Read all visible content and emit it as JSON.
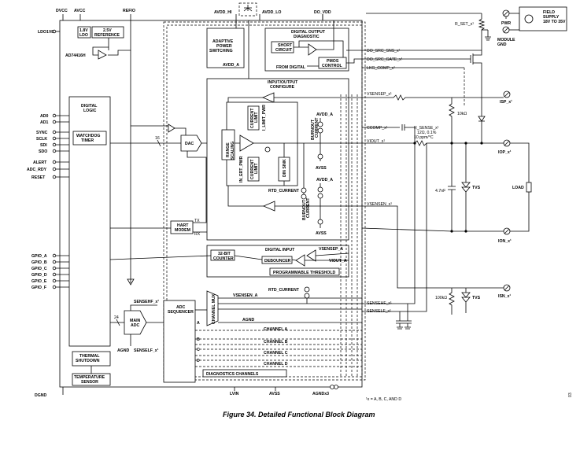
{
  "chip": {
    "name": "AD74416H",
    "ldo": "1.8V\nLDO",
    "ref": "2.5V\nREFERENCE",
    "digital_logic": "DIGITAL\nLOGIC",
    "watchdog": "WATCHDOG\nTIMER",
    "thermal": "THERMAL\nSHUTDOWN",
    "temp_sensor": "TEMPERATURE\nSENSOR",
    "dac": "DAC",
    "hart": "HART\nMODEM",
    "tx": "TX",
    "rx": "RX",
    "adc_seq": "ADC\nSEQUENCER",
    "main_adc": "MAIN\nADC",
    "channel_mux": "CHANNEL MUX",
    "io_config": "INPUT/OUTPUT\nCONFIGURE",
    "aps": "ADAPTIVE\nPOWER\nSWITCHING",
    "dig_out_diag": "DIGITAL OUTPUT\nDIAGNOSTIC",
    "short_circuit": "SHORT\nCIRCUIT",
    "from_digital": "FROM DIGITAL",
    "pmos": "PMOS\nCONTROL",
    "digital_input": "DIGITAL INPUT",
    "counter": "32-BIT\nCOUNTER",
    "debouncer": "DEBOUNCER",
    "prog_threshold": "PROGRAMMABLE THRESHOLD",
    "range_scaling": "RANGE\nSCALING",
    "current_limit": "CURRENT\nLIMIT",
    "ilim_hi": "I_LIMIT_PWR",
    "ilim_lo": "IN_ERT_PWR",
    "current_limit2": "CURRENT\nLIMIT",
    "dinsink": "DIN SINK",
    "burnout": "BURNOUT\nCURRENT",
    "avdd_a": "AVDD_A",
    "avss": "AVSS",
    "rtd_current": "RTD_CURRENT",
    "viout_a": "VIOUT_A",
    "vsensep_a": "VSENSEP_A",
    "sensehf_x": "SENSEHF_x¹",
    "sensehf_x2": "SENSEHF_x¹",
    "senself_x": "SENSELF_x¹",
    "agnd": "AGND",
    "vsensen_a": "VSENSEN_A",
    "channel_a": "CHANNEL A",
    "channel_b": "CHANNEL B",
    "channel_c": "CHANNEL C",
    "channel_d": "CHANNEL D",
    "diag_channels": "DIAGNOSTICS CHANNELS",
    "ch_letters": [
      "A",
      "B",
      "C",
      "D"
    ],
    "bits_16": "16",
    "bits_24": "24",
    "agnd2": "AGND",
    "avdd_a2": "AVDD_A"
  },
  "pins_top": {
    "dvcc": "DVCC",
    "avcc": "AVCC",
    "refio": "REFIO",
    "avdd_hi": "AVDD_HI",
    "avdd_lo": "AVDD_LO",
    "do_vdd": "DO_VDD"
  },
  "pins_left": [
    "LDO1V8",
    "AD0",
    "AD1",
    "SYNC",
    "SCLK",
    "SDI",
    "SDO",
    "ALERT",
    "ADC_RDY",
    "RESET",
    "GPIO_A",
    "GPIO_B",
    "GPIO_C",
    "GPIO_D",
    "GPIO_E",
    "GPIO_F",
    "DGND"
  ],
  "pins_right": {
    "do_src_sns": "DO_SRC_SNS_x¹",
    "do_src_gate": "DO_SRC_GATE_x¹",
    "lkg_comp": "LKG_COMP_x¹",
    "vsensep": "VSENSEP_x¹",
    "ccomp": "CCOMP_x¹",
    "viout": "VIOUT_x¹",
    "vsensen": "VSENSEN_x¹",
    "sensehf": "SENSEHF_x¹",
    "senself": "SENSELF_x¹"
  },
  "pins_bottom": {
    "lvin": "LVIN",
    "avss": "AVSS",
    "agnd": "AGNDx3"
  },
  "external": {
    "r_set": "R_SET_x¹",
    "pwr": "PWR",
    "module_gnd": "MODULE\nGND",
    "field_supply": "FIELD\nSUPPLY\n18V TO 35V",
    "isp": "ISP_x¹",
    "r10k": "10kΩ",
    "r_sense": "R_SENSE_x¹\n12Ω, 0.1%\n10 ppm/°C",
    "iop": "IOP_x¹",
    "cap": "4.7nF",
    "tvs1": "TVS",
    "load": "LOAD",
    "ion": "ION_x¹",
    "r100k": "100kΩ",
    "tvs2": "TVS",
    "isn": "ISN_x¹"
  },
  "footnote": "¹x = A, B, C, AND D",
  "caption": "Figure 34. Detailed Functional Block Diagram",
  "page_id": "03"
}
